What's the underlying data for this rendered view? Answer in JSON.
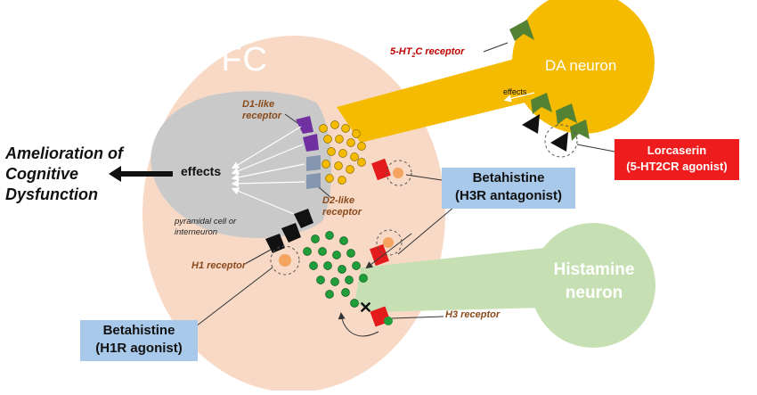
{
  "labels": {
    "pfc": "PFC",
    "amelioration": "Amelioration of Cognitive Dysfunction",
    "effects_main": "effects",
    "pyramidal": "pyramidal cell or interneuron",
    "d1_receptor": "D1-like receptor",
    "d2_receptor": "D2-like receptor",
    "h1_receptor": "H1 receptor",
    "h3_receptor": "H3 receptor",
    "ht2c_prefix": "5-HT",
    "ht2c_sub": "2",
    "ht2c_suffix": "C receptor",
    "da_neuron": "DA neuron",
    "effects_small": "effects",
    "histamine_neuron": "Histamine neuron"
  },
  "boxes": {
    "betahistine_h3_title": "Betahistine",
    "betahistine_h3_sub": "(H3R antagonist)",
    "betahistine_h1_title": "Betahistine",
    "betahistine_h1_sub": "(H1R agonist)",
    "lorcaserin_title": "Lorcaserin",
    "lorcaserin_sub": "(5-HT2CR agonist)"
  },
  "colors": {
    "pfc_fill": "#f8d9c6",
    "cell_fill": "#c9c9c9",
    "da_fill": "#f5bb00",
    "histamine_fill": "#c6e0b3",
    "dopamine_dot": "#f5bb00",
    "histamine_dot": "#1f9e3a",
    "d1_receptor": "#7030a0",
    "d2_receptor": "#8496b0",
    "h1_receptor": "#111111",
    "h3_receptor": "#e41b1b",
    "ht2c_receptor": "#548235",
    "betahistine_box": "#a9c9ea",
    "lorcaserin_box": "#ee1c1c"
  }
}
